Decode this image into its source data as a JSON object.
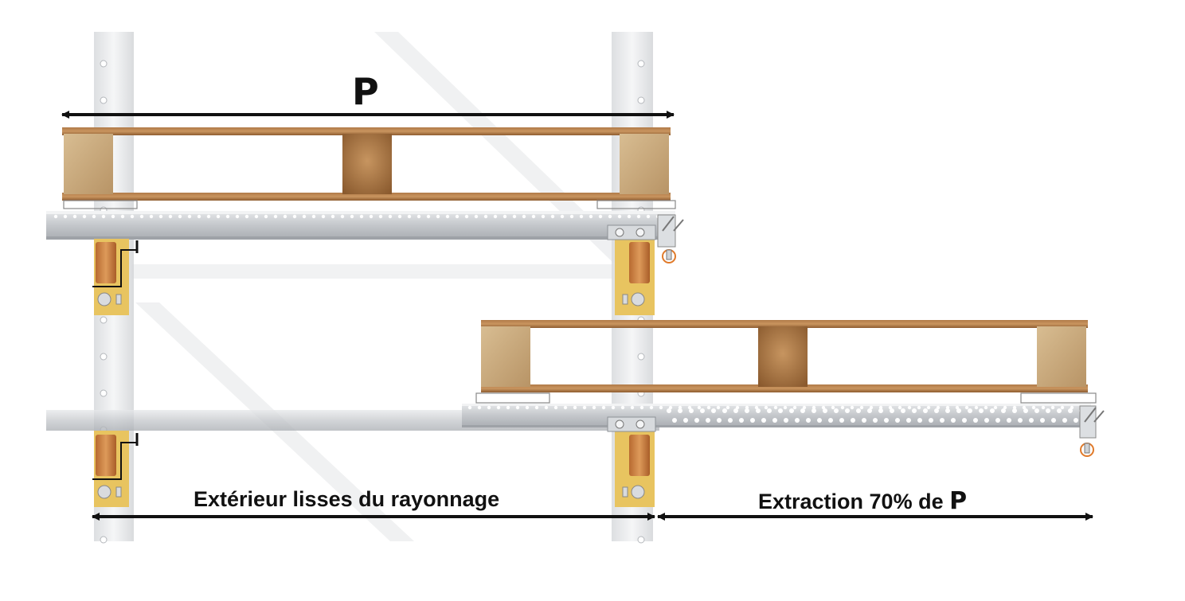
{
  "labels": {
    "depth_symbol": "P",
    "rack_outer_beams": "Extérieur lisses du rayonnage",
    "extraction_prefix": "Extraction 70% de ",
    "extraction_symbol": "P"
  },
  "colors": {
    "upright": "#e9eaec",
    "steel_rail": "#c9ccd0",
    "wood_light": "#c9a070",
    "wood_dark": "#9b6a3c",
    "bracket_yellow": "#e8c460",
    "roller_orange": "#c97a3a",
    "stop_ring": "#e07a2a",
    "dimension_line": "#111111"
  },
  "icons": [
    "double-arrow-dimension",
    "wood-pallet",
    "slide-rail",
    "yellow-bracket",
    "safety-stop"
  ]
}
